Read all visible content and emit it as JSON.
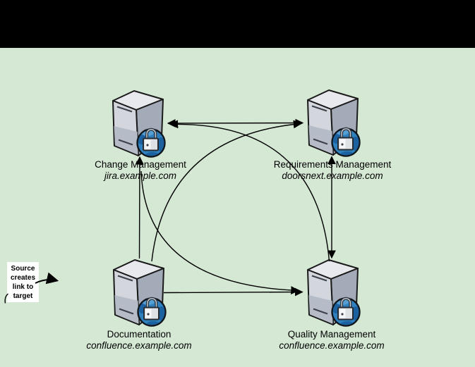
{
  "window": {
    "top_bar_color": "#000000",
    "canvas_color": "#d5e8d4"
  },
  "diagram": {
    "nodes": [
      {
        "id": "change-management",
        "title": "Change Management",
        "host": "jira.example.com",
        "icon": "server-lock-icon"
      },
      {
        "id": "requirements-management",
        "title": "Requirements Management",
        "host": "doorsnext.example.com",
        "icon": "server-lock-icon"
      },
      {
        "id": "documentation",
        "title": "Documentation",
        "host": "confluence.example.com",
        "icon": "server-lock-icon"
      },
      {
        "id": "quality-management",
        "title": "Quality Management",
        "host": "confluence.example.com",
        "icon": "server-lock-icon"
      }
    ],
    "edges": [
      {
        "from": "Change Management",
        "to": "Requirements Management",
        "style": "straight",
        "bidirectional": true
      },
      {
        "from": "Requirements Management",
        "to": "Quality Management",
        "style": "straight",
        "bidirectional": true
      },
      {
        "from": "Documentation",
        "to": "Change Management",
        "style": "straight",
        "bidirectional": false
      },
      {
        "from": "Documentation",
        "to": "Quality Management",
        "style": "straight",
        "bidirectional": false
      },
      {
        "from": "Documentation",
        "to": "Requirements Management",
        "style": "curved",
        "bidirectional": false
      },
      {
        "from": "Change Management",
        "to": "Quality Management",
        "style": "curved",
        "bidirectional": false
      },
      {
        "from": "Quality Management",
        "to": "Change Management",
        "style": "curved",
        "bidirectional": false
      }
    ],
    "legend": {
      "text": "Source creates link to target",
      "lines": [
        "Source",
        "creates",
        "link to",
        "target"
      ]
    },
    "colors": {
      "background": "#d5e8d4",
      "line": "#000000",
      "server_face": "#c9ced7",
      "badge_blue": "#2e80bf"
    }
  }
}
